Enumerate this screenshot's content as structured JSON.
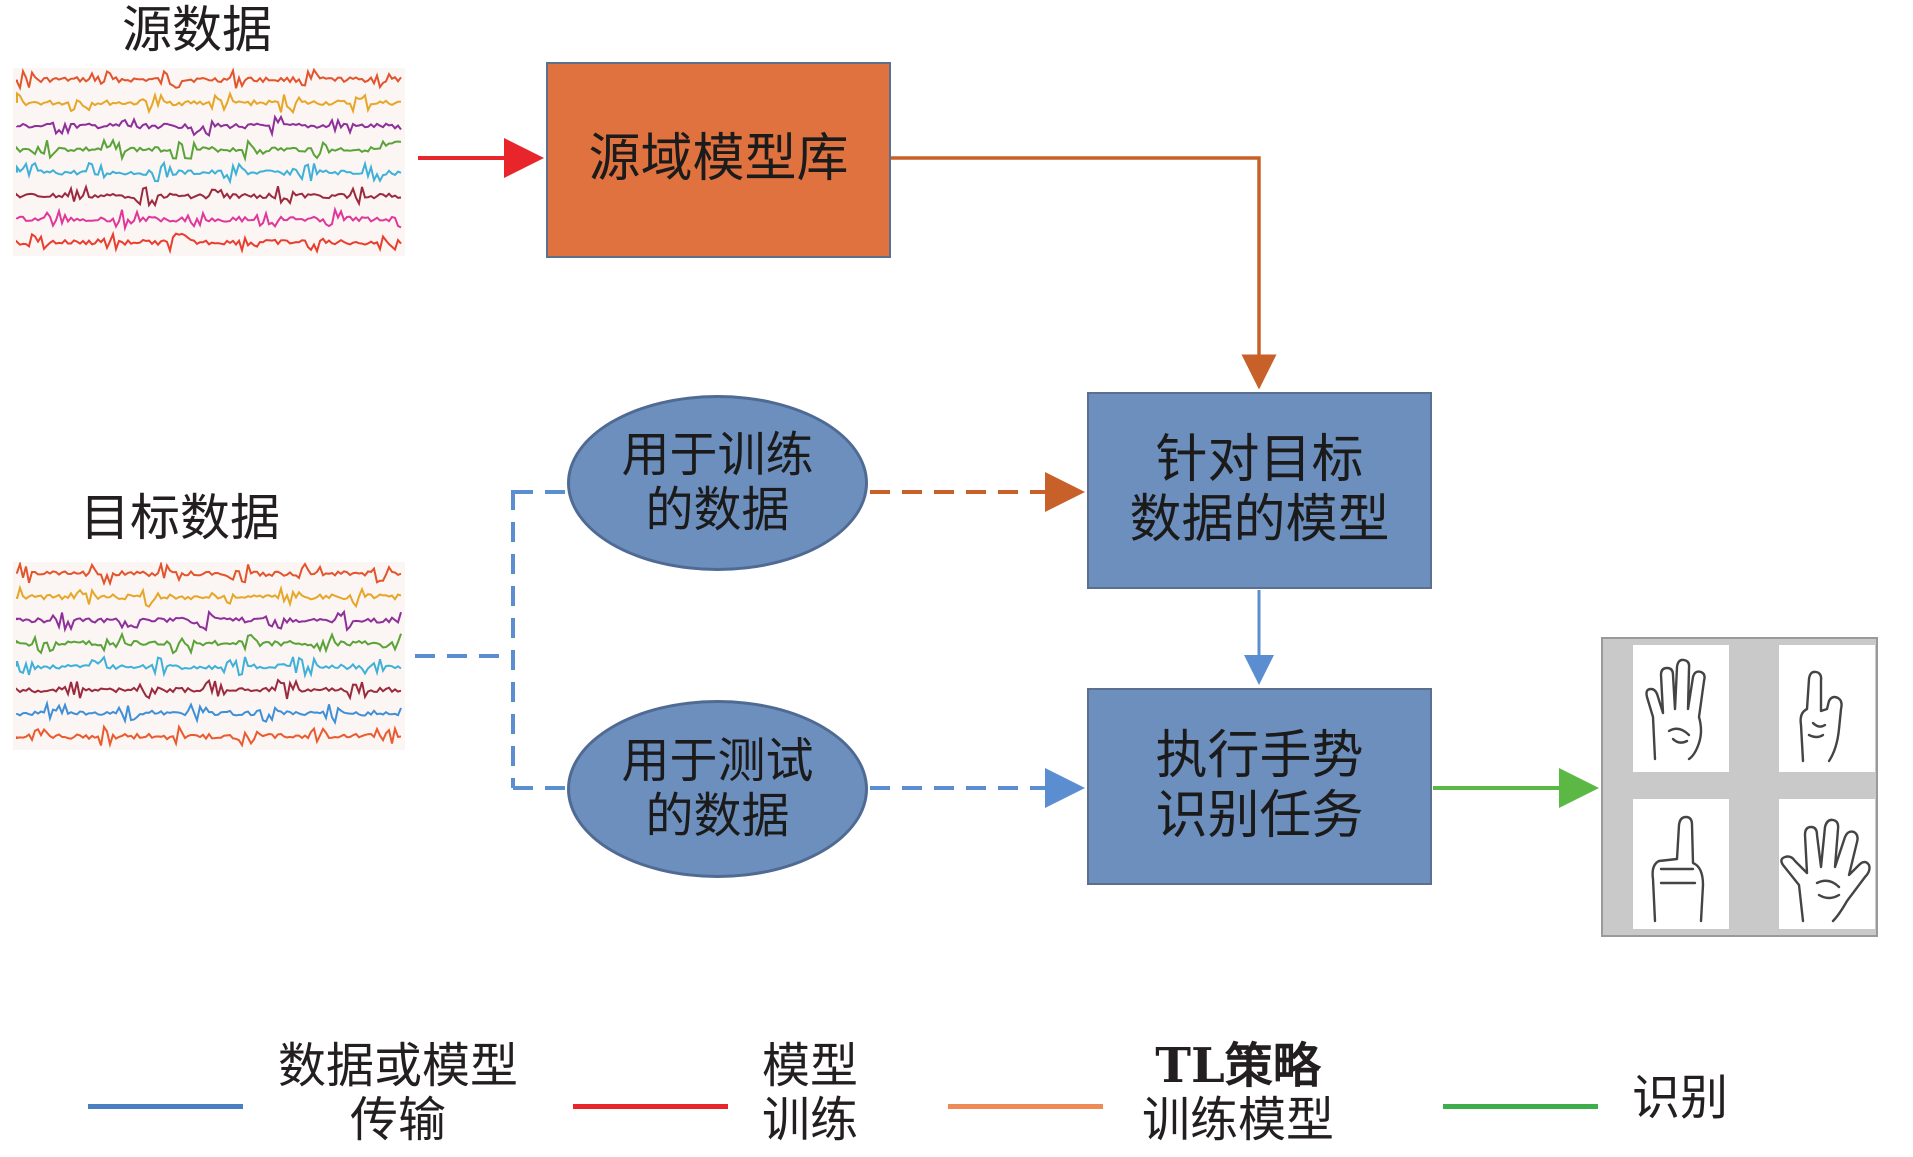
{
  "source_data": {
    "label": "源数据"
  },
  "target_data": {
    "label": "目标数据"
  },
  "source_model_library": {
    "label": "源域模型库"
  },
  "train_data": {
    "line1": "用于训练",
    "line2": "的数据"
  },
  "test_data": {
    "line1": "用于测试",
    "line2": "的数据"
  },
  "target_model": {
    "line1": "针对目标",
    "line2": "数据的模型"
  },
  "gesture_task": {
    "line1": "执行手势",
    "line2": "识别任务"
  },
  "legend": [
    {
      "line1": "数据或模型",
      "line2": "传输",
      "color": "#4a7fc1"
    },
    {
      "line1": "模型",
      "line2": "训练",
      "color": "#e8252b"
    },
    {
      "line1": "TL策略",
      "line2": "训练模型",
      "color": "#ee8a55"
    },
    {
      "line1": "识别",
      "line2": "",
      "color": "#3dae49"
    }
  ],
  "colors": {
    "source_box": "#e07240",
    "model_box": "#6d8fbe",
    "ellipse": "#6d8fbe",
    "blue_arrow": "#5b8ed0",
    "red_arrow": "#e8252b",
    "orange_arrow": "#c8602a",
    "green_arrow": "#5bb844",
    "source_signal_colors": [
      "#e3532c",
      "#e6a628",
      "#8e2f9a",
      "#5aa339",
      "#3fb1d8",
      "#9b2a3e",
      "#e0389a",
      "#ea3d2e"
    ],
    "target_signal_colors": [
      "#e3532c",
      "#e6a628",
      "#8e2f9a",
      "#5aa339",
      "#3fb1d8",
      "#9b2a3e",
      "#3f8fd6",
      "#ea5a2e"
    ]
  },
  "icons": [
    "emg-signal-icon",
    "hand-gesture-icon"
  ]
}
